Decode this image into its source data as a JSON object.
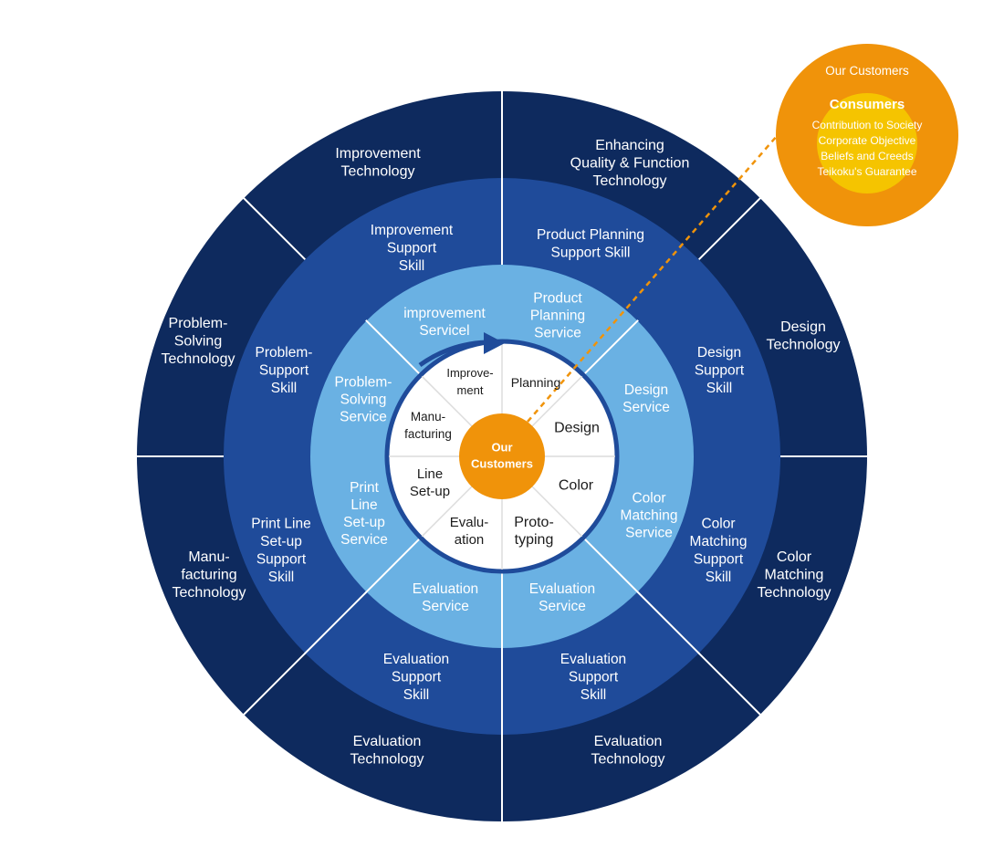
{
  "colors": {
    "outer_ring": "#0e2a5e",
    "skill_ring": "#1f4b9a",
    "service_ring": "#6ab1e3",
    "center_fill": "#ffffff",
    "center_border": "#1f4b9a",
    "hub": "#f0930a",
    "callout_outer": "#f0930a",
    "callout_inner": "#f5c400",
    "divider": "#ffffff"
  },
  "center": {
    "hub_label": [
      "Our",
      "Customers"
    ]
  },
  "steps": [
    {
      "id": "improvement",
      "lines": [
        "Improve-",
        "ment"
      ]
    },
    {
      "id": "planning",
      "lines": [
        "Planning"
      ]
    },
    {
      "id": "design",
      "lines": [
        "Design"
      ]
    },
    {
      "id": "color",
      "lines": [
        "Color"
      ]
    },
    {
      "id": "prototyping",
      "lines": [
        "Proto-",
        "typing"
      ]
    },
    {
      "id": "evaluation",
      "lines": [
        "Evalu-",
        "ation"
      ]
    },
    {
      "id": "line-setup",
      "lines": [
        "Line",
        "Set-up"
      ]
    },
    {
      "id": "manufacturing",
      "lines": [
        "Manu-",
        "facturing"
      ]
    }
  ],
  "services": [
    {
      "id": "improvement",
      "lines": [
        "improvement",
        "Servicel"
      ]
    },
    {
      "id": "product-planning",
      "lines": [
        "Product",
        "Planning",
        "Service"
      ]
    },
    {
      "id": "design",
      "lines": [
        "Design",
        "Service"
      ]
    },
    {
      "id": "color-matching",
      "lines": [
        "Color",
        "Matching",
        "Service"
      ]
    },
    {
      "id": "evaluation-right",
      "lines": [
        "Evaluation",
        "Service"
      ]
    },
    {
      "id": "evaluation-left",
      "lines": [
        "Evaluation",
        "Service"
      ]
    },
    {
      "id": "print-line-setup",
      "lines": [
        "Print",
        "Line",
        "Set-up",
        "Service"
      ]
    },
    {
      "id": "problem-solving",
      "lines": [
        "Problem-",
        "Solving",
        "Service"
      ]
    }
  ],
  "skills": [
    {
      "id": "improvement",
      "lines": [
        "Improvement",
        "Support",
        "Skill"
      ]
    },
    {
      "id": "product-planning",
      "lines": [
        "Product Planning",
        "Support Skill"
      ]
    },
    {
      "id": "design",
      "lines": [
        "Design",
        "Support",
        "Skill"
      ]
    },
    {
      "id": "color-matching",
      "lines": [
        "Color",
        "Matching",
        "Support",
        "Skill"
      ]
    },
    {
      "id": "evaluation-right",
      "lines": [
        "Evaluation",
        "Support",
        "Skill"
      ]
    },
    {
      "id": "evaluation-left",
      "lines": [
        "Evaluation",
        "Support",
        "Skill"
      ]
    },
    {
      "id": "print-line-setup",
      "lines": [
        "Print Line",
        "Set-up",
        "Support",
        "Skill"
      ]
    },
    {
      "id": "problem",
      "lines": [
        "Problem-",
        "Support",
        "Skill"
      ]
    }
  ],
  "technologies": [
    {
      "id": "improvement",
      "lines": [
        "Improvement",
        "Technology"
      ]
    },
    {
      "id": "enhancing",
      "lines": [
        "Enhancing",
        "Quality & Function",
        "Technology"
      ]
    },
    {
      "id": "design",
      "lines": [
        "Design",
        "Technology"
      ]
    },
    {
      "id": "color-matching",
      "lines": [
        "Color",
        "Matching",
        "Technology"
      ]
    },
    {
      "id": "evaluation-right",
      "lines": [
        "Evaluation",
        "Technology"
      ]
    },
    {
      "id": "evaluation-left",
      "lines": [
        "Evaluation",
        "Technology"
      ]
    },
    {
      "id": "manufacturing",
      "lines": [
        "Manu-",
        "facturing",
        "Technology"
      ]
    },
    {
      "id": "problem-solving",
      "lines": [
        "Problem-",
        "Solving",
        "Technology"
      ]
    }
  ],
  "callout": {
    "title": "Our Customers",
    "subtitle": "Consumers",
    "items": [
      "Contribution to Society",
      "Corporate Objective",
      "Beliefs and Creeds",
      "Teikoku's Guarantee"
    ]
  }
}
